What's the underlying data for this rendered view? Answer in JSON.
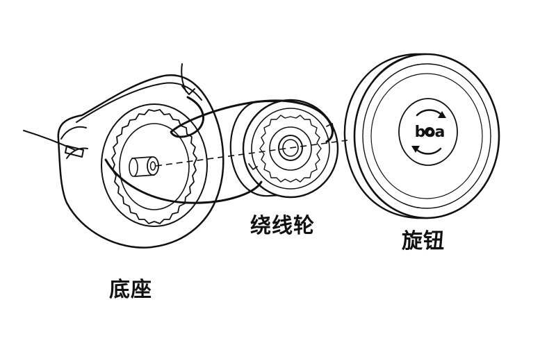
{
  "labels": {
    "base": "底座",
    "spool": "绕线轮",
    "knob": "旋钮"
  },
  "logo": {
    "text": "boa"
  },
  "colors": {
    "line": "#111111",
    "background": "#ffffff"
  }
}
